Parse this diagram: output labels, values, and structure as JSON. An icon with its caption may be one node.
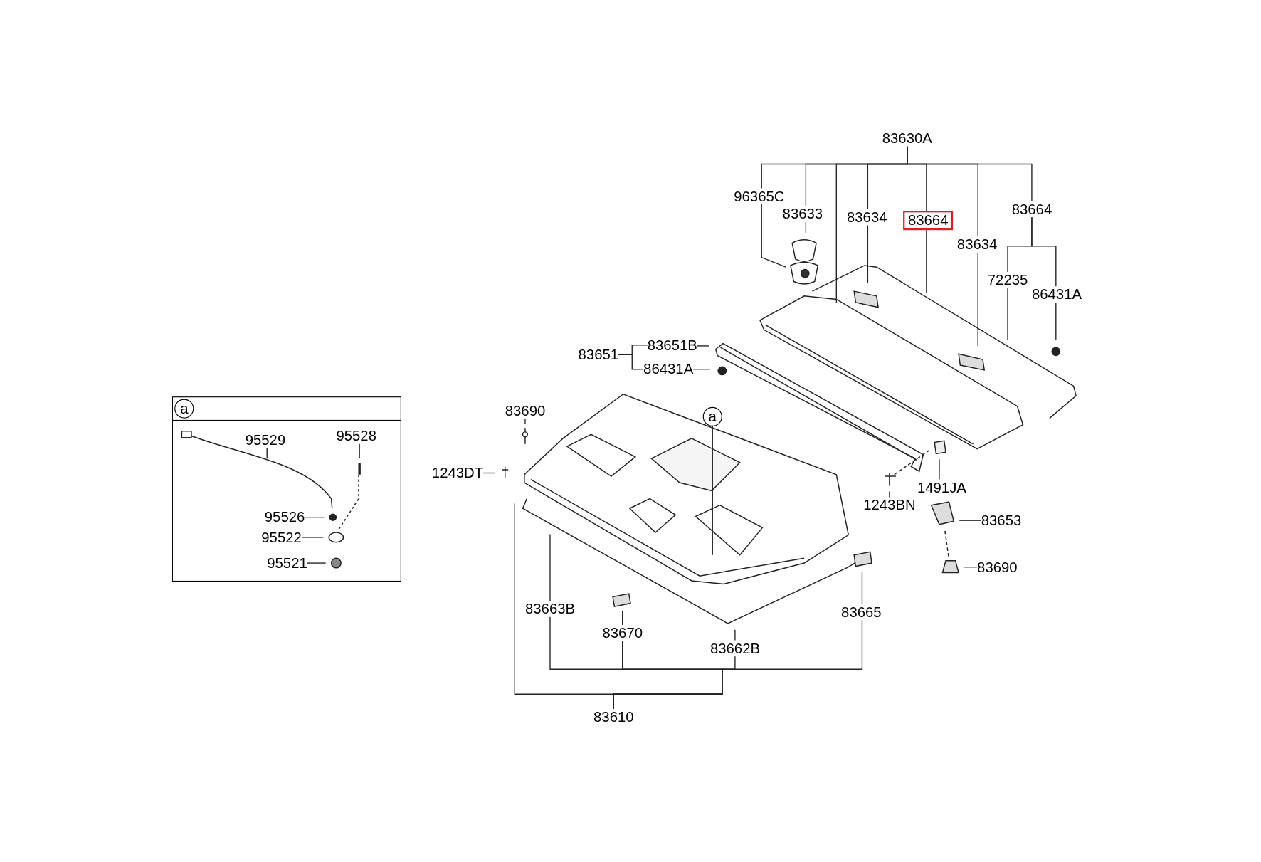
{
  "diagram": {
    "nodes": [
      {
        "text": [
          "83630A"
        ]
      },
      {
        "text": [
          "96365C"
        ]
      },
      {
        "text": [
          "83633"
        ]
      },
      {
        "text": [
          "83634"
        ]
      },
      {
        "text": [
          "83664"
        ]
      },
      {
        "text": [
          "83634"
        ]
      },
      {
        "text": [
          "83664"
        ]
      },
      {
        "text": [
          "72235"
        ]
      },
      {
        "text": [
          "86431A"
        ]
      },
      {
        "text": [
          "83651"
        ]
      },
      {
        "text": [
          "83651B"
        ]
      },
      {
        "text": [
          "86431A"
        ]
      },
      {
        "text": [
          "83690"
        ]
      },
      {
        "text": [
          "1243DT"
        ]
      },
      {
        "text": [
          "1491JA"
        ]
      },
      {
        "text": [
          "1243BN"
        ]
      },
      {
        "text": [
          "83653"
        ]
      },
      {
        "text": [
          "83690"
        ]
      },
      {
        "text": [
          "83663B"
        ]
      },
      {
        "text": [
          "83670"
        ]
      },
      {
        "text": [
          "83662B"
        ]
      },
      {
        "text": [
          "83665"
        ]
      },
      {
        "text": [
          "83610"
        ]
      },
      {
        "text": [
          "a"
        ]
      },
      {
        "text": [],
        "shape": "box"
      },
      {
        "text": [
          "a"
        ],
        "in": 24
      },
      {
        "text": [
          "95529"
        ],
        "in": 24
      },
      {
        "text": [
          "95528"
        ],
        "in": 24
      },
      {
        "text": [
          "95526"
        ],
        "in": 24
      },
      {
        "text": [
          "95522"
        ],
        "in": 24
      },
      {
        "text": [
          "95521"
        ],
        "in": 24
      }
    ],
    "edges": [
      {
        "from": 0,
        "to": 1,
        "arrow": "none"
      },
      {
        "from": 0,
        "to": 2,
        "arrow": "none"
      },
      {
        "from": 0,
        "to": 3,
        "arrow": "none"
      },
      {
        "from": 0,
        "to": 4,
        "arrow": "none"
      },
      {
        "from": 0,
        "to": 5,
        "arrow": "none"
      },
      {
        "from": 0,
        "to": 6,
        "arrow": "none"
      },
      {
        "from": 0,
        "to": null,
        "arrow": "none"
      },
      {
        "from": 1,
        "to": null,
        "arrow": "none"
      },
      {
        "from": 2,
        "to": null,
        "arrow": "none"
      },
      {
        "from": 3,
        "to": null,
        "arrow": "none"
      },
      {
        "from": 4,
        "to": null,
        "arrow": "none"
      },
      {
        "from": 5,
        "to": null,
        "arrow": "none"
      },
      {
        "from": 6,
        "to": 7,
        "arrow": "none"
      },
      {
        "from": 6,
        "to": 8,
        "arrow": "none"
      },
      {
        "from": 7,
        "to": null,
        "arrow": "none"
      },
      {
        "from": 8,
        "to": null,
        "arrow": "none"
      },
      {
        "from": 9,
        "to": 10,
        "arrow": "none"
      },
      {
        "from": 9,
        "to": 11,
        "arrow": "none"
      },
      {
        "from": 10,
        "to": null,
        "arrow": "none"
      },
      {
        "from": 11,
        "to": null,
        "arrow": "none"
      },
      {
        "from": 12,
        "to": null,
        "arrow": "none"
      },
      {
        "from": 13,
        "to": null,
        "arrow": "none"
      },
      {
        "from": 23,
        "to": null,
        "arrow": "none"
      },
      {
        "from": 14,
        "to": null,
        "arrow": "none"
      },
      {
        "from": 15,
        "to": null,
        "arrow": "none"
      },
      {
        "from": 16,
        "to": null,
        "arrow": "none"
      },
      {
        "from": 17,
        "to": null,
        "arrow": "none"
      },
      {
        "from": 22,
        "to": null,
        "arrow": "none"
      },
      {
        "from": 22,
        "to": 18,
        "arrow": "none"
      },
      {
        "from": 22,
        "to": 19,
        "arrow": "none"
      },
      {
        "from": 22,
        "to": 20,
        "arrow": "none"
      },
      {
        "from": 22,
        "to": 21,
        "arrow": "none"
      },
      {
        "from": 18,
        "to": null,
        "arrow": "none"
      },
      {
        "from": 19,
        "to": null,
        "arrow": "none"
      },
      {
        "from": 20,
        "to": null,
        "arrow": "none"
      },
      {
        "from": 21,
        "to": null,
        "arrow": "none"
      },
      {
        "from": 26,
        "to": null,
        "arrow": "none"
      },
      {
        "from": 27,
        "to": null,
        "arrow": "none"
      },
      {
        "from": 28,
        "to": null,
        "arrow": "none"
      },
      {
        "from": 29,
        "to": null,
        "arrow": "none"
      },
      {
        "from": 30,
        "to": null,
        "arrow": "none"
      }
    ]
  }
}
